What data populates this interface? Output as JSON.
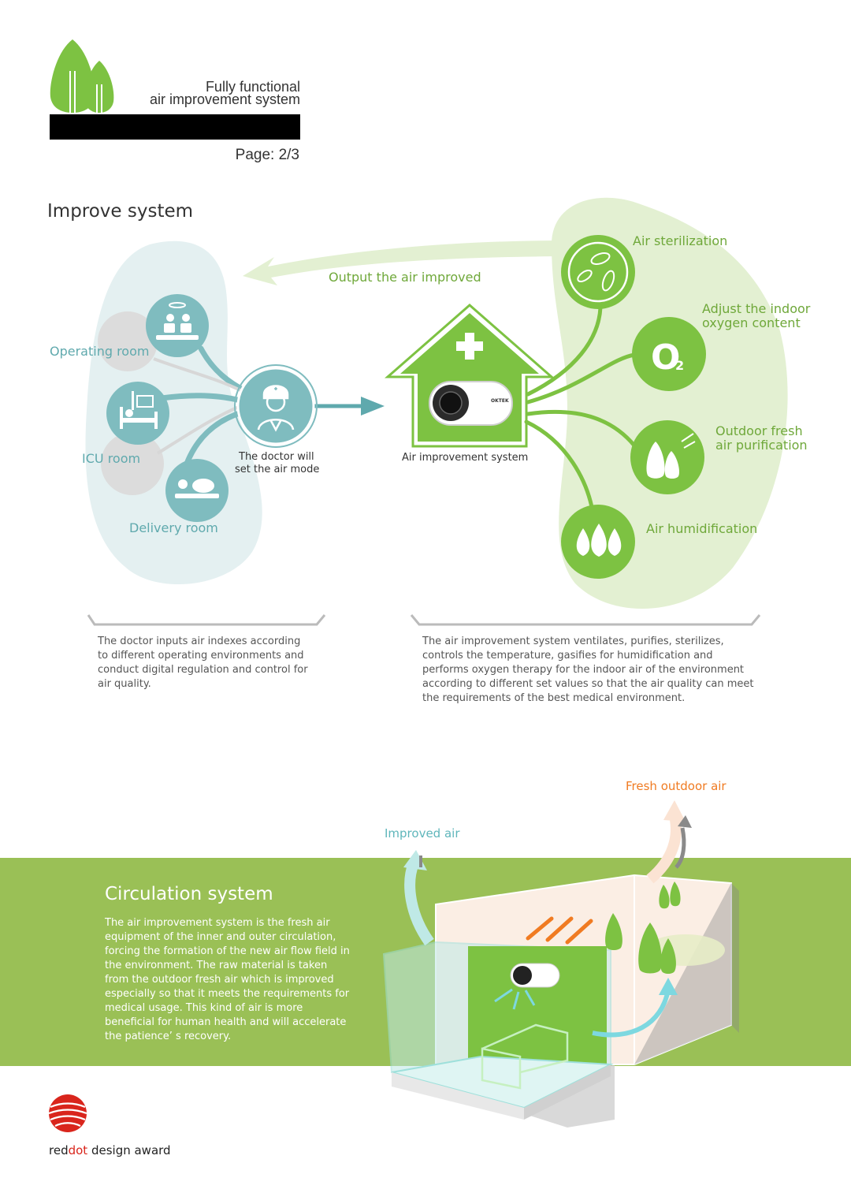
{
  "header": {
    "subtitle_line1": "Fully functional",
    "subtitle_line2": "air improvement system",
    "page": "Page: 2/3"
  },
  "improve": {
    "title": "Improve system",
    "output_label": "Output the air improved",
    "rooms": {
      "operating": "Operating room",
      "icu": "ICU room",
      "delivery": "Delivery room"
    },
    "doctor_line1": "The doctor will",
    "doctor_line2": "set the air mode",
    "device_caption": "Air improvement system",
    "device_brand": "OKTEK",
    "functions": {
      "sterilization": "Air sterilization",
      "oxygen_line1": "Adjust the indoor",
      "oxygen_line2": "oxygen content",
      "outdoor_line1": "Outdoor fresh",
      "outdoor_line2": "air purification",
      "humidification": "Air humidification"
    },
    "desc_left": "The doctor inputs air indexes according to different operating environments and conduct digital regulation and control for air quality.",
    "desc_right": "The air improvement system ventilates, purifies, sterilizes, controls the temperature, gasifies for humidification and performs oxygen therapy for the indoor air of the environment according to different set values so that the air quality can meet the requirements of the best medical environment."
  },
  "circulation": {
    "title": "Circulation system",
    "body": "The air improvement system is the fresh air equipment of the inner and outer circulation, forcing the formation of the new air flow field in the environment. The raw material is taken from the outdoor fresh air which is improved especially so that it meets the requirements for medical usage. This kind of air is more beneficial for human health and will accelerate the patience’ s recovery.",
    "improved_air": "Improved air",
    "fresh_outdoor_air": "Fresh outdoor air"
  },
  "footer": {
    "brand_red": "red",
    "brand_dot": "dot",
    "brand_rest": " design award"
  },
  "colors": {
    "green": "#7dc242",
    "teal": "#5fa9ad",
    "band": "#9ac056",
    "orange": "#f07b22",
    "red": "#d9251c"
  }
}
